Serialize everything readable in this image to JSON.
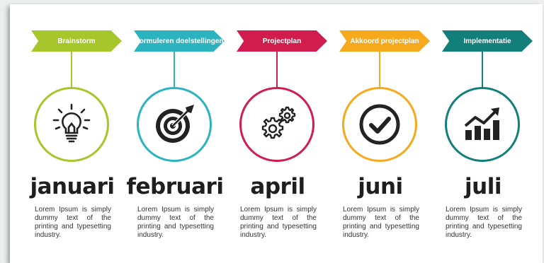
{
  "colors": {
    "step1": "#a6c62c",
    "step2": "#2bb3bf",
    "step3": "#d01d4e",
    "step4": "#f7a91c",
    "step5": "#137f7a",
    "icon": "#222222"
  },
  "steps": [
    {
      "label": "Brainstorm",
      "month": "januari",
      "icon": "lightbulb-icon",
      "text": "Lorem Ipsum is simply dummy text of the printing and typesetting industry."
    },
    {
      "label": "Formuleren doelstellingen",
      "month": "februari",
      "icon": "target-icon",
      "text": "Lorem Ipsum is simply dummy text of the printing and typesetting industry."
    },
    {
      "label": "Projectplan",
      "month": "april",
      "icon": "gears-icon",
      "text": "Lorem Ipsum is simply dummy text of the printing and typesetting industry."
    },
    {
      "label": "Akkoord projectplan",
      "month": "juni",
      "icon": "checkmark-icon",
      "text": "Lorem Ipsum is simply dummy text of the printing and typesetting industry."
    },
    {
      "label": "Implementatie",
      "month": "juli",
      "icon": "growth-chart-icon",
      "text": "Lorem Ipsum is simply dummy text of the printing and typesetting industry."
    }
  ]
}
